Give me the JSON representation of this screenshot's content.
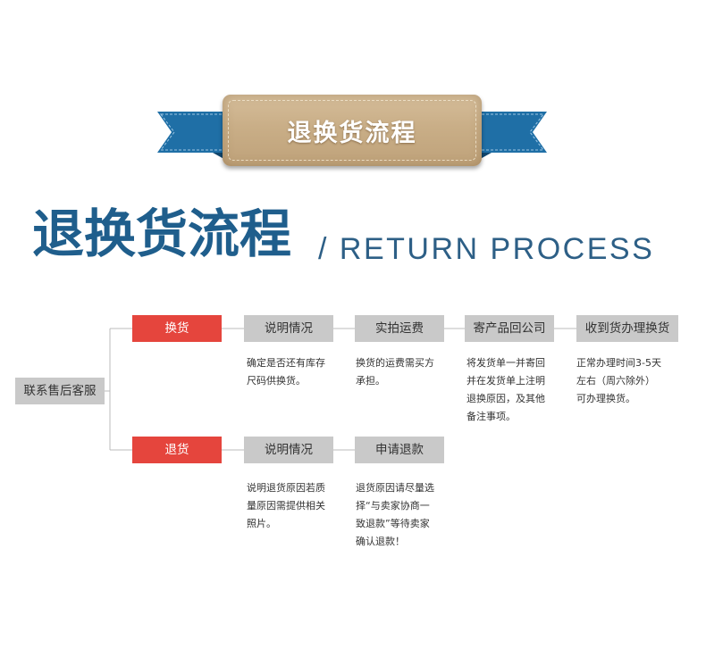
{
  "banner": {
    "label": "退换货流程",
    "colors": {
      "ribbon": "#1f6fa6",
      "kraft": "#c9ae87"
    }
  },
  "heading": {
    "title": "退换货流程",
    "subtitle": "/ RETURN PROCESS",
    "color": "#1f5e8c"
  },
  "flow": {
    "start": "联系售后客服",
    "exchange": {
      "label": "换货",
      "steps": [
        {
          "title": "说明情况",
          "note": "确定是否还有库存\n尺码供换货。"
        },
        {
          "title": "实拍运费",
          "note": "换货的运费需买方\n承担。"
        },
        {
          "title": "寄产品回公司",
          "note": "将发货单一并寄回\n并在发货单上注明\n退换原因，及其他\n备注事项。"
        },
        {
          "title": "收到货办理换货",
          "note": "正常办理时间3-5天\n左右（周六除外）\n可办理换货。"
        }
      ]
    },
    "refund": {
      "label": "退货",
      "steps": [
        {
          "title": "说明情况",
          "note": "说明退货原因若质\n量原因需提供相关\n照片。"
        },
        {
          "title": "申请退款",
          "note": "退货原因请尽量选\n择“与卖家协商一\n致退款”等待卖家\n确认退款！"
        }
      ]
    },
    "colors": {
      "branch": "#e5453d",
      "step": "#c9c9c9",
      "line": "#bbbbbb"
    }
  }
}
